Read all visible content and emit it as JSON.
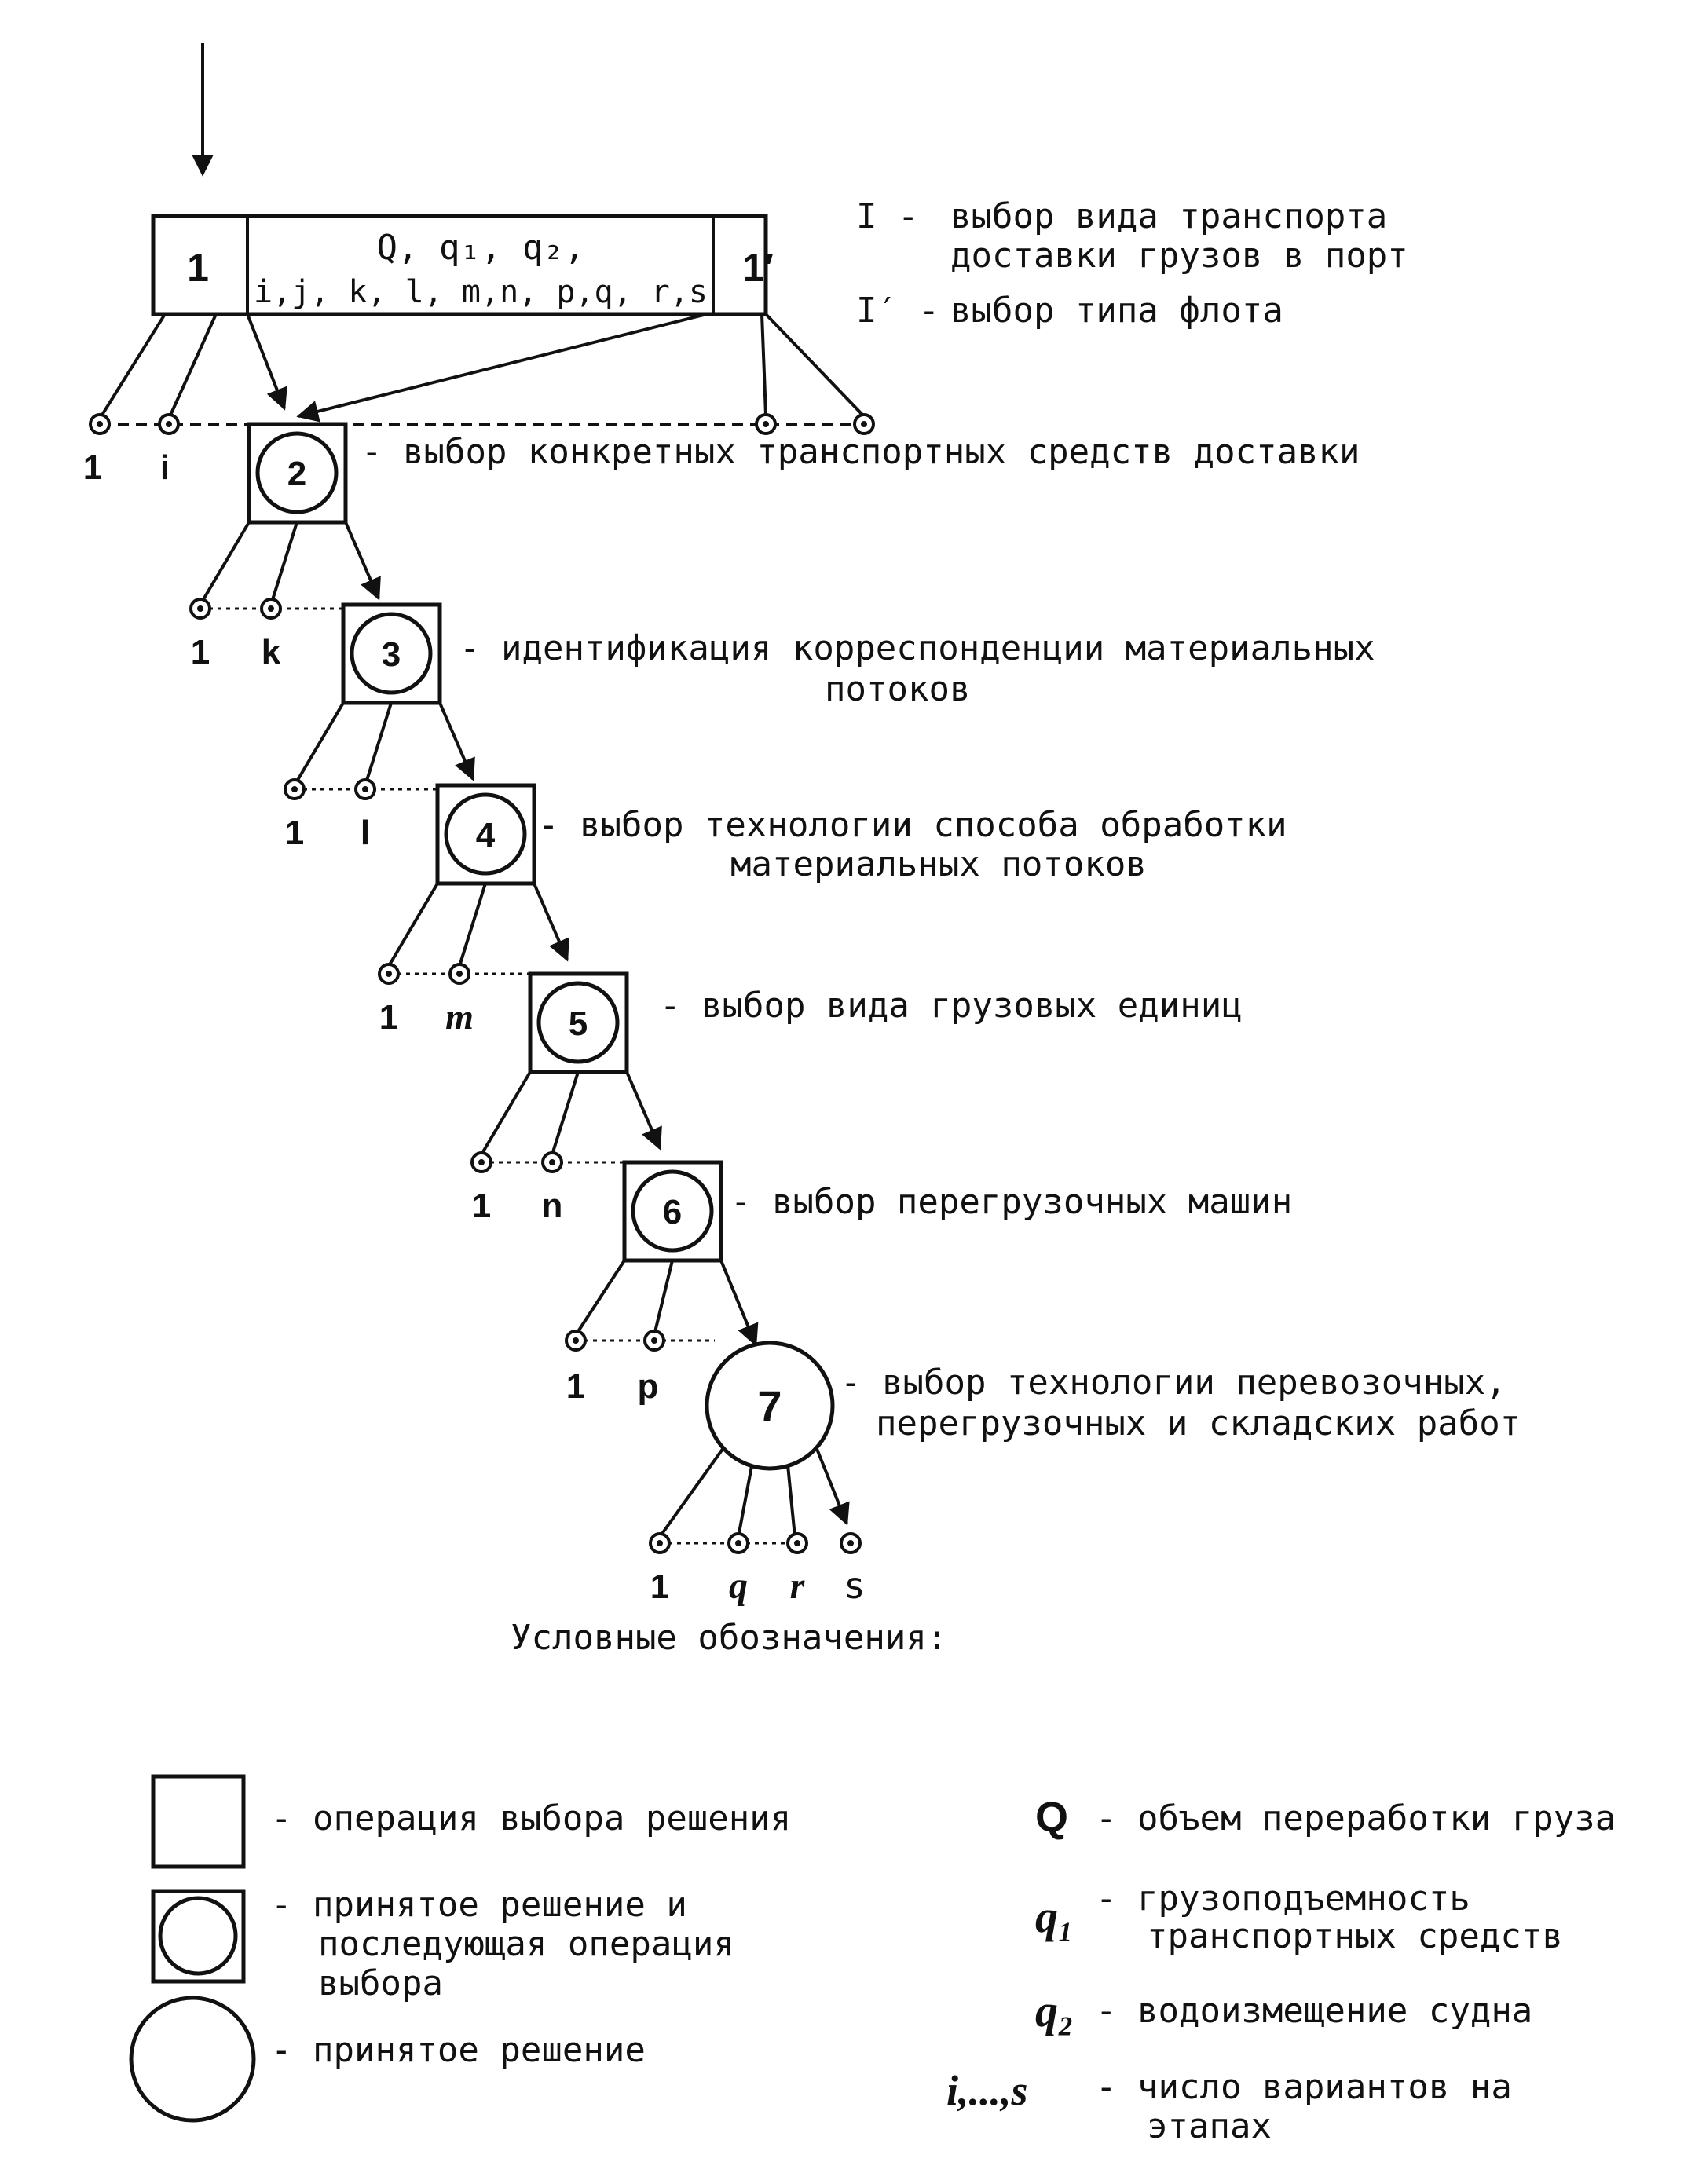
{
  "top_block": {
    "left_label": "1",
    "params_line1": "Q, q₁, q₂,",
    "params_line2": "i,j, k, l, m,n, p,q, r,s",
    "right_label": "1′"
  },
  "top_descriptions": {
    "d1_marker": "I -",
    "d1_line1": "выбор вида транспорта",
    "d1_line2": "доставки грузов в порт",
    "d2_marker": "I′ -",
    "d2_line1": "выбор типа флота"
  },
  "stages": [
    {
      "num": "2",
      "desc1": "- выбор конкретных транспортных средств доставки",
      "desc2": "",
      "left": "1",
      "right": "i"
    },
    {
      "num": "3",
      "desc1": "- идентификация корреспонденции материальных",
      "desc2": "потоков",
      "left": "1",
      "right": "k"
    },
    {
      "num": "4",
      "desc1": "- выбор технологии способа обработки",
      "desc2": "материальных потоков",
      "left": "1",
      "right": "l"
    },
    {
      "num": "5",
      "desc1": "- выбор вида грузовых единиц",
      "desc2": "",
      "left": "1",
      "right": "m"
    },
    {
      "num": "6",
      "desc1": "- выбор перегрузочных машин",
      "desc2": "",
      "left": "1",
      "right": "n"
    },
    {
      "num": "7",
      "desc1": "- выбор технологии перевозочных,",
      "desc2": "перегрузочных и складских работ",
      "left": "1",
      "right": "p"
    }
  ],
  "final_labels": [
    "1",
    "q",
    "r",
    "s"
  ],
  "legend": {
    "title": "Условные обозначения:",
    "square": "- операция выбора решения",
    "square_circle_1": "- принятое решение и",
    "square_circle_2": "последующая операция",
    "square_circle_3": "выбора",
    "circle": "- принятое решение",
    "Q_sym": "Q",
    "Q_desc": "- объем переработки груза",
    "q1_sym": "q₁",
    "q1_desc1": "- грузоподъемность",
    "q1_desc2": "транспортных средств",
    "q2_sym": "q₂",
    "q2_desc": "- водоизмещение судна",
    "is_sym": "i,...,s",
    "is_desc1": "- число вариантов на",
    "is_desc2": "этапах"
  }
}
